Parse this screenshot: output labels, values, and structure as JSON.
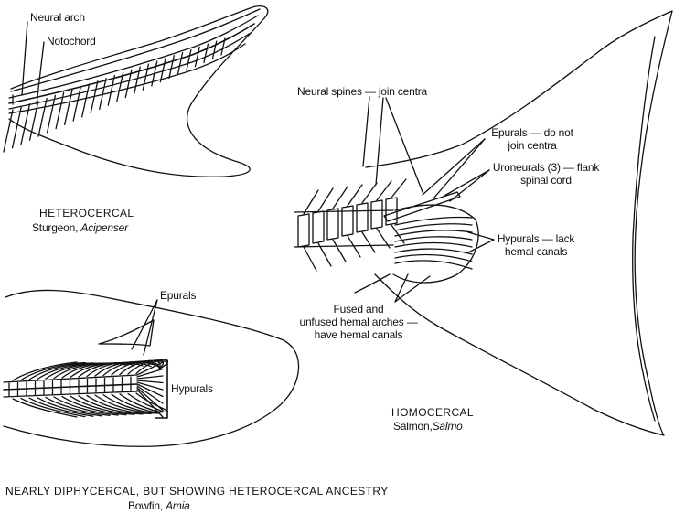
{
  "heterocercal": {
    "label_neural_arch": "Neural arch",
    "label_notochord": "Notochord",
    "title": "HETEROCERCAL",
    "species_common": "Sturgeon,",
    "species_genus": "Acipenser"
  },
  "homocercal": {
    "label_neural_spines": "Neural spines — join centra",
    "label_epurals_1": "Epurals — do not",
    "label_epurals_2": "join centra",
    "label_uroneurals_1": "Uroneurals (3) — flank",
    "label_uroneurals_2": "spinal cord",
    "label_hypurals_1": "Hypurals — lack",
    "label_hypurals_2": "hemal canals",
    "label_fused_1": "Fused and",
    "label_fused_2": "unfused hemal arches —",
    "label_fused_3": "have hemal canals",
    "title": "HOMOCERCAL",
    "species_common": "Salmon,",
    "species_genus": "Salmo"
  },
  "diphycercal": {
    "label_epurals": "Epurals",
    "label_hypurals": "Hypurals",
    "title": "NEARLY DIPHYCERCAL, BUT SHOWING HETEROCERCAL ANCESTRY",
    "species_common": "Bowfin,",
    "species_genus": "Amia"
  },
  "colors": {
    "ink": "#111111",
    "paper": "#ffffff"
  }
}
